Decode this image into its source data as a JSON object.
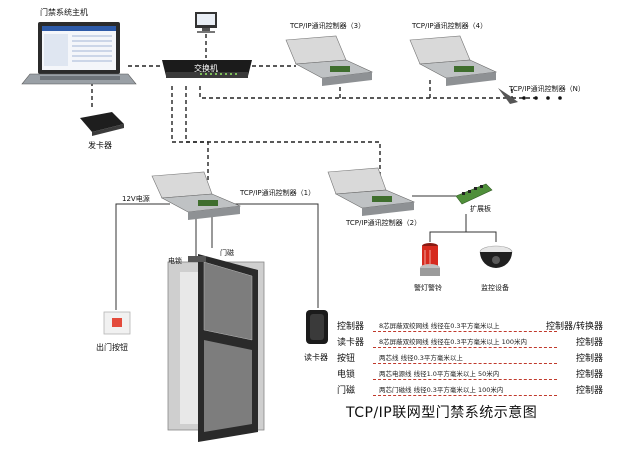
{
  "labels": {
    "host": "门禁系统主机",
    "card_issuer": "发卡器",
    "switch": "交换机",
    "controller_3": "TCP/IP通讯控制器（3）",
    "controller_4": "TCP/IP通讯控制器（4）",
    "controller_n": "TCP/IP通讯控制器（N）",
    "controller_1": "TCP/IP通讯控制器（1）",
    "controller_2": "TCP/IP通讯控制器（2）",
    "power_12v": "12V电源",
    "expansion_board": "扩展板",
    "alarm_light": "警灯警铃",
    "camera": "监控设备",
    "electric_lock": "电锁",
    "door_sensor": "门磁",
    "exit_button": "出门按钮",
    "card_reader": "读卡器"
  },
  "wiring_table": [
    {
      "device": "控制器",
      "spec": "8芯屏蔽双绞网线  线径在0.3平方毫米以上",
      "target": "控制器/转换器"
    },
    {
      "device": "读卡器",
      "spec": "8芯屏蔽双绞网线  线径在0.3平方毫米以上  100米内",
      "target": "控制器"
    },
    {
      "device": "按钮",
      "spec": "两芯线  线径0.3平方毫米以上",
      "target": "控制器"
    },
    {
      "device": "电锁",
      "spec": "两芯电源线  线径1.0平方毫米以上  50米内",
      "target": "控制器"
    },
    {
      "device": "门磁",
      "spec": "两芯门磁线  线径0.3平方毫米以上  100米内",
      "target": "控制器"
    }
  ],
  "title": "TCP/IP联网型门禁系统示意图",
  "colors": {
    "dashed_link": "#222222",
    "wiring_underline": "#c0392b",
    "alarm_red": "#d62a1e",
    "board_green": "#4f8f3a"
  }
}
